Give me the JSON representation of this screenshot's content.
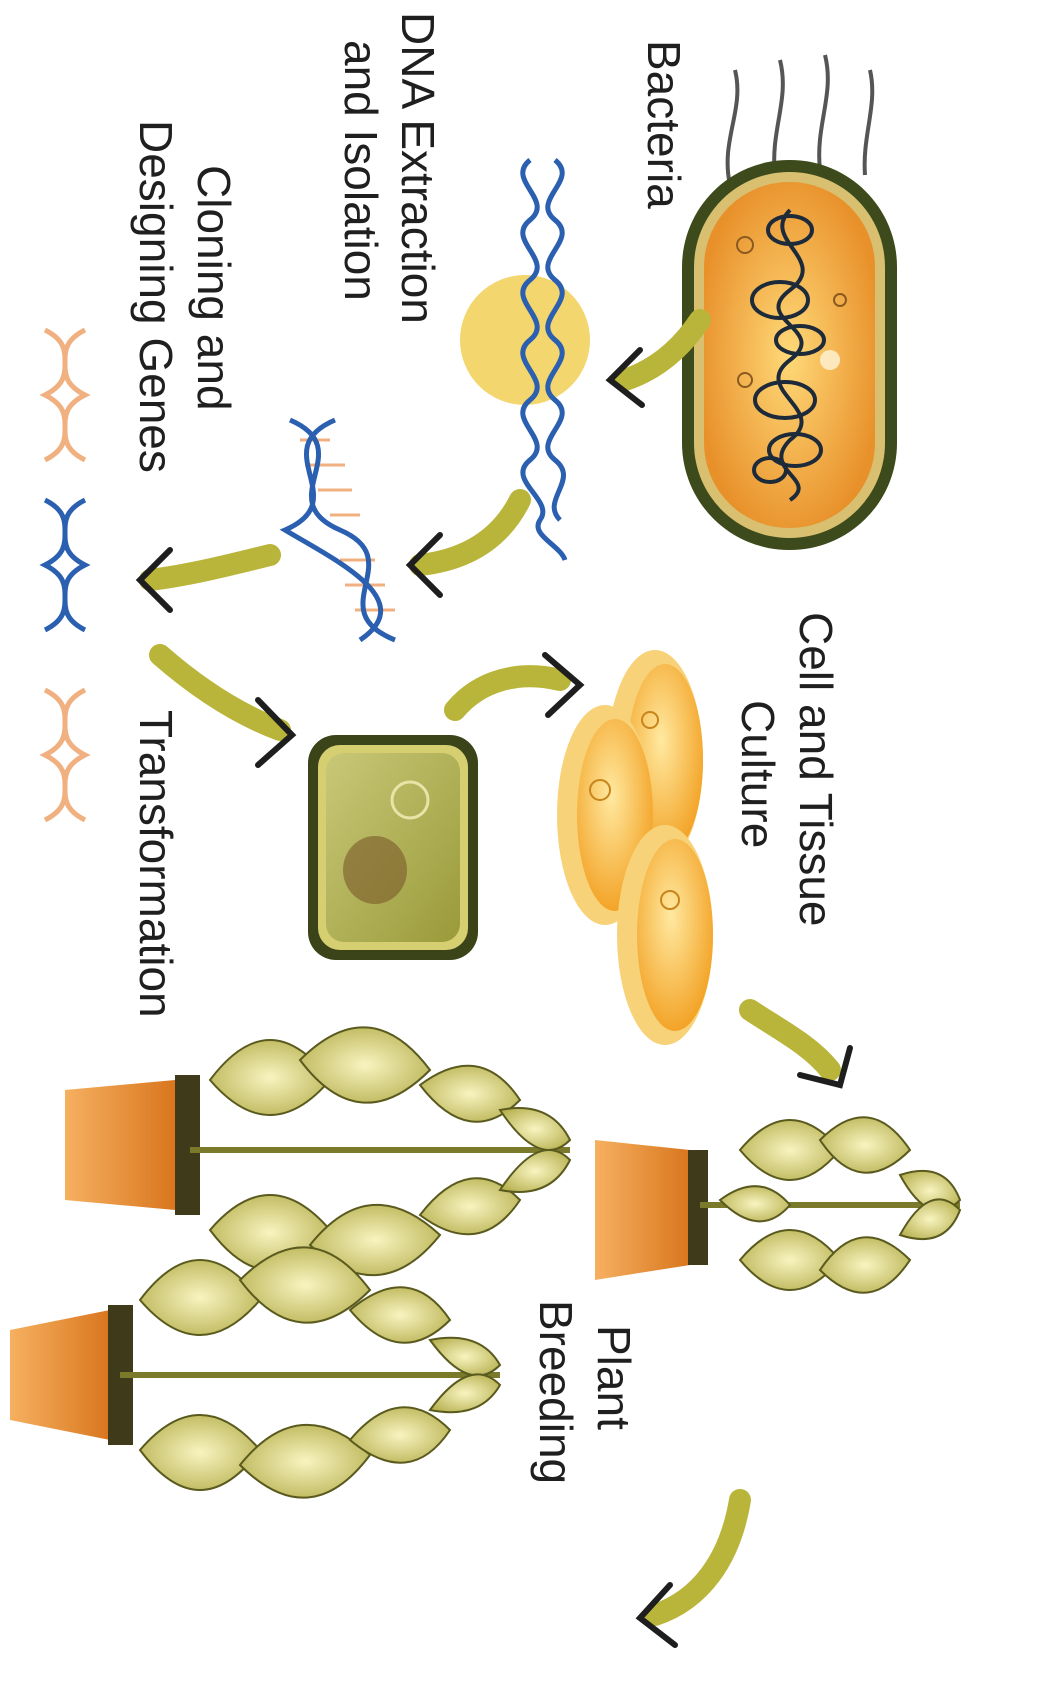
{
  "labels": {
    "bacteria": "Bacteria",
    "dna_line1": "DNA Extraction",
    "dna_line2": "and Isolation",
    "cloning_line1": "Cloning and",
    "cloning_line2": "Designing Genes",
    "transformation": "Transformation",
    "culture_line1": "Cell and Tissue",
    "culture_line2": "Culture",
    "breeding_line1": "Plant",
    "breeding_line2": "Breeding"
  },
  "colors": {
    "arrow": "#b9b53a",
    "arrow_tip": "#1e1e1e",
    "bacteria_fill": "#f0a830",
    "bacteria_wall": "#3d4a1c",
    "dna_blue": "#2b5fb0",
    "dna_orange": "#f0b080",
    "culture_dish": "#f5b432",
    "leaf": "#d9d48a",
    "pot": "#e8892a"
  }
}
